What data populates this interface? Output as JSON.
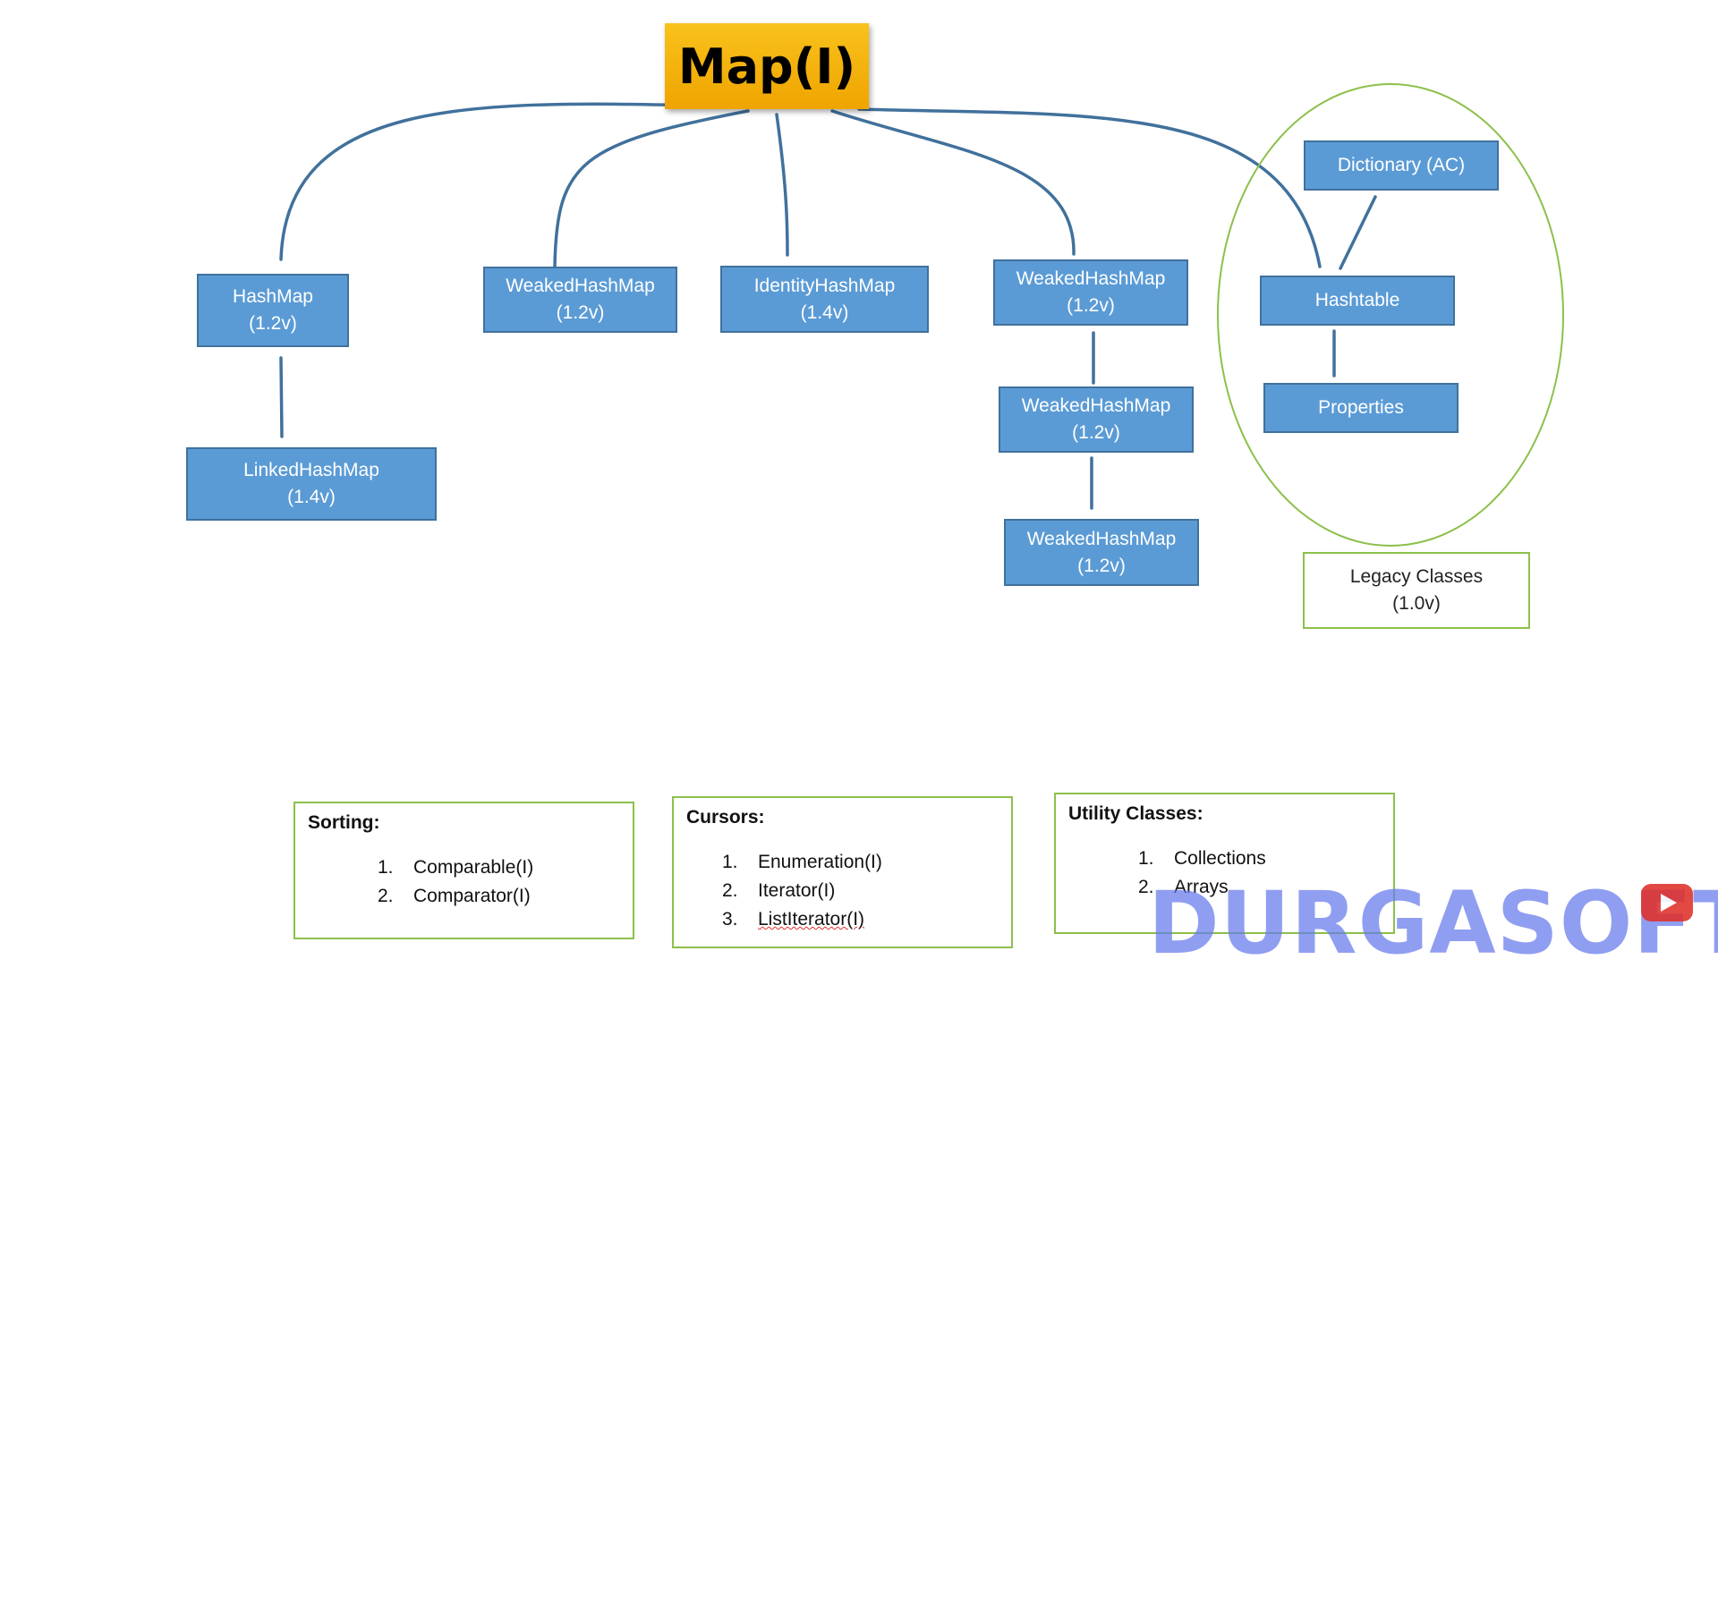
{
  "root": {
    "label": "Map(I)"
  },
  "nodes": {
    "hashmap": {
      "name": "HashMap",
      "version": "(1.2v)"
    },
    "linkedhashmap": {
      "name": "LinkedHashMap",
      "version": "(1.4v)"
    },
    "weakedhashmap_1": {
      "name": "WeakedHashMap",
      "version": "(1.2v)"
    },
    "identityhashmap": {
      "name": "IdentityHashMap",
      "version": "(1.4v)"
    },
    "weakedhashmap_2": {
      "name": "WeakedHashMap",
      "version": "(1.2v)"
    },
    "weakedhashmap_3": {
      "name": "WeakedHashMap",
      "version": "(1.2v)"
    },
    "weakedhashmap_4": {
      "name": "WeakedHashMap",
      "version": "(1.2v)"
    },
    "dictionary": {
      "name": "Dictionary (AC)"
    },
    "hashtable": {
      "name": "Hashtable"
    },
    "properties": {
      "name": "Properties"
    }
  },
  "legacy": {
    "title": "Legacy Classes",
    "version": "(1.0v)"
  },
  "sorting": {
    "title": "Sorting:",
    "items": [
      {
        "num": "1.",
        "text": "Comparable(I)"
      },
      {
        "num": "2.",
        "text": "Comparator(I)"
      }
    ]
  },
  "cursors": {
    "title": "Cursors:",
    "items": [
      {
        "num": "1.",
        "text": "Enumeration(I)"
      },
      {
        "num": "2.",
        "text": "Iterator(I)"
      },
      {
        "num": "3.",
        "text": "ListIterator(I)"
      }
    ]
  },
  "utility": {
    "title": "Utility Classes:",
    "items": [
      {
        "num": "1.",
        "text": "Collections"
      },
      {
        "num": "2.",
        "text": "Arrays"
      }
    ]
  },
  "watermark": {
    "text": "DURGASOFT"
  },
  "colors": {
    "node_fill": "#5b9bd5",
    "connector": "#41719c",
    "root_fill": "#f5b40e",
    "legacy_outline": "#8cc04a",
    "watermark": "#6478eb"
  },
  "icons": {
    "watermark_badge": "play-icon"
  }
}
